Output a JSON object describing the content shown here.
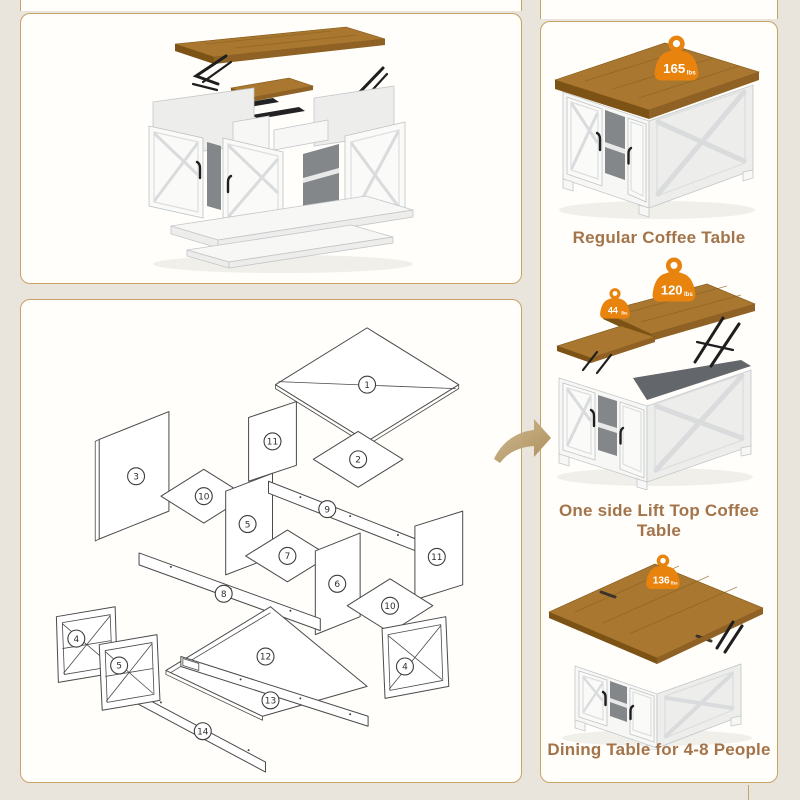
{
  "right_panel": {
    "figures": [
      {
        "caption": "Regular Coffee Table",
        "badges": [
          {
            "value": "165",
            "unit": "lbs"
          }
        ]
      },
      {
        "caption": "One side Lift Top Coffee Table",
        "badges": [
          {
            "value": "120",
            "unit": "lbs"
          },
          {
            "value": "44",
            "unit": "lbs"
          }
        ]
      },
      {
        "caption": "Dining Table for 4-8 People",
        "badges": [
          {
            "value": "136",
            "unit": "lbs"
          }
        ]
      }
    ]
  },
  "assembly_diagram": {
    "parts": [
      {
        "num": "1"
      },
      {
        "num": "11"
      },
      {
        "num": "2"
      },
      {
        "num": "3"
      },
      {
        "num": "10"
      },
      {
        "num": "5"
      },
      {
        "num": "9"
      },
      {
        "num": "7"
      },
      {
        "num": "6"
      },
      {
        "num": "11"
      },
      {
        "num": "8"
      },
      {
        "num": "10"
      },
      {
        "num": "4"
      },
      {
        "num": "5"
      },
      {
        "num": "12"
      },
      {
        "num": "13"
      },
      {
        "num": "14"
      },
      {
        "num": "4"
      }
    ]
  },
  "colors": {
    "accent_orange": "#E8830D",
    "caption_brown": "#A3744A",
    "panel_border": "#C9A266",
    "wood": "#A9772F"
  }
}
